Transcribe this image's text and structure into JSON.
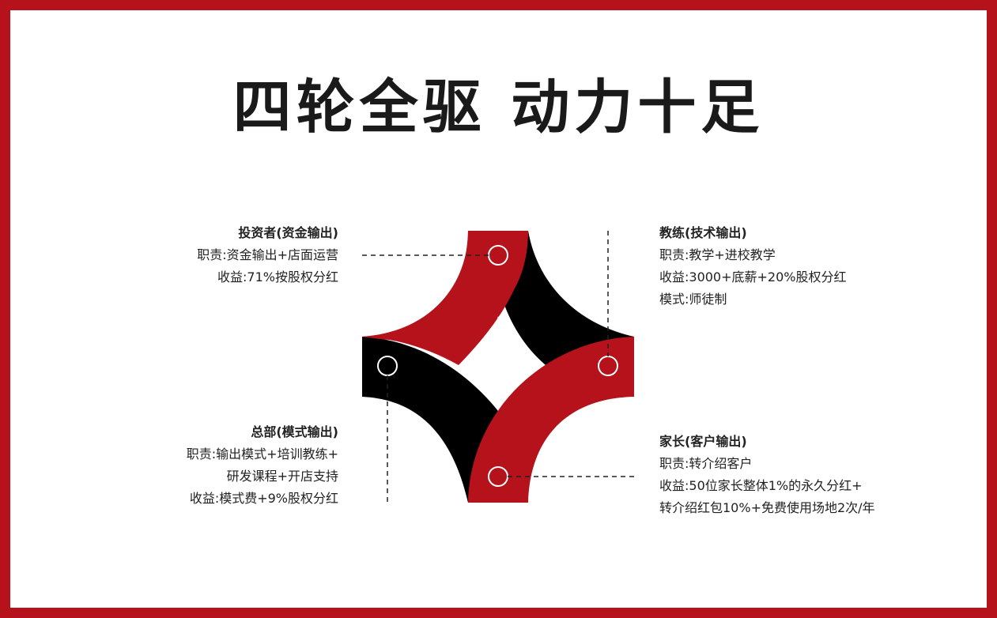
{
  "title": "四轮全驱 动力十足",
  "colors": {
    "accent": "#b5121b",
    "dark": "#000000"
  },
  "investor": {
    "heading": "投资者(资金输出)",
    "lines": [
      "职责:资金输出+店面运营",
      "收益:71%按股权分红"
    ]
  },
  "coach": {
    "heading": "教练(技术输出)",
    "lines": [
      "职责:教学+进校教学",
      "收益:3000+底薪+20%股权分红",
      "模式:师徒制"
    ]
  },
  "headquarters": {
    "heading": "总部(模式输出)",
    "lines": [
      "职责:输出模式+培训教练+",
      "研发课程+开店支持",
      "收益:模式费+9%股权分红"
    ]
  },
  "parent": {
    "heading": "家长(客户输出)",
    "lines": [
      "职责:转介绍客户",
      "收益:50位家长整体1%的永久分红+",
      "转介绍红包10%+免费使用场地2次/年"
    ]
  }
}
